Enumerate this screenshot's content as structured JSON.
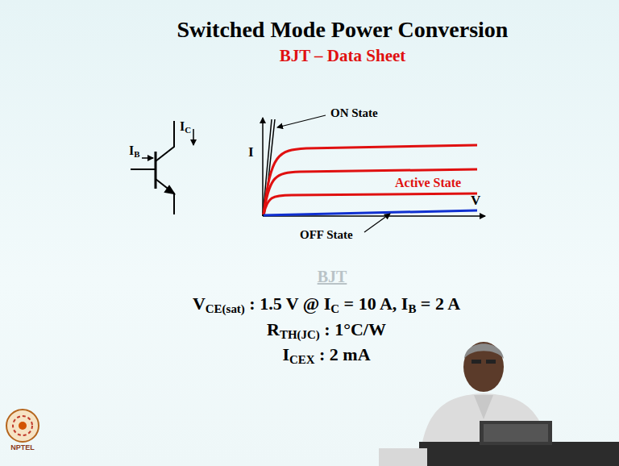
{
  "diagram": {
    "title": "Switched Mode Power Conversion",
    "labels": [
      "BJT – Data Sheet",
      "IB",
      "IC",
      "I",
      "V",
      "ON State",
      "Active State",
      "OFF State",
      "BJT",
      "VCE(sat) : 1.5 V @ IC = 10 A, IB = 2 A",
      "RTH(JC) : 1°C/W",
      "ICEX : 2 mA",
      "NPTEL"
    ]
  }
}
